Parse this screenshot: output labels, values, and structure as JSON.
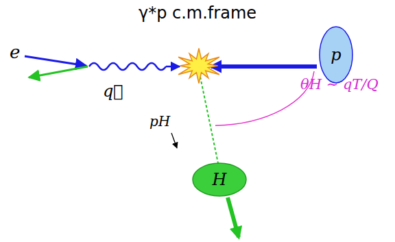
{
  "diagram": {
    "title": "γ*p c.m.frame",
    "nodes": [
      {
        "text": [
          "p"
        ]
      },
      {
        "text": [
          "H"
        ]
      }
    ],
    "labels": [
      "e",
      "q⃗",
      "pH",
      "θH ∼ qT/Q"
    ]
  }
}
